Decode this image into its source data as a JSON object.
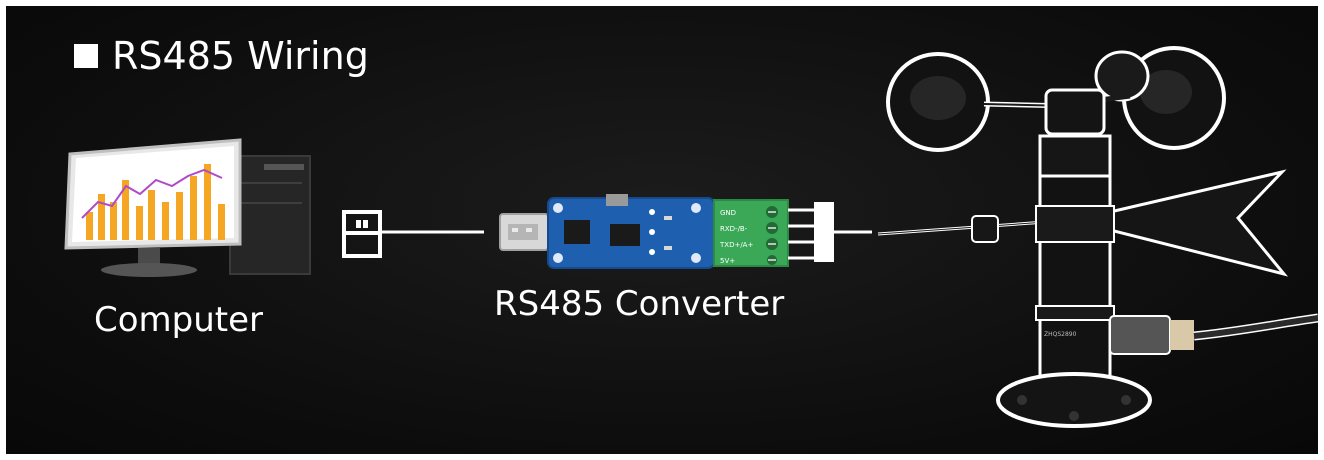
{
  "title": "RS485 Wiring",
  "labels": {
    "computer": "Computer",
    "converter": "RS485 Converter"
  },
  "converter_pins": [
    "GND",
    "RXD-/B-",
    "TXD+/A+",
    "5V+"
  ],
  "sensor_marking": "ZHQS2890",
  "colors": {
    "background": "#0d0d0d",
    "pcb": "#1f5fb0",
    "terminal": "#3aa856",
    "bar_orange": "#f5a623",
    "line_purple": "#b04ac8"
  },
  "icons": [
    "computer-icon",
    "usb-socket-icon",
    "connector-block-icon",
    "anemometer-image"
  ]
}
